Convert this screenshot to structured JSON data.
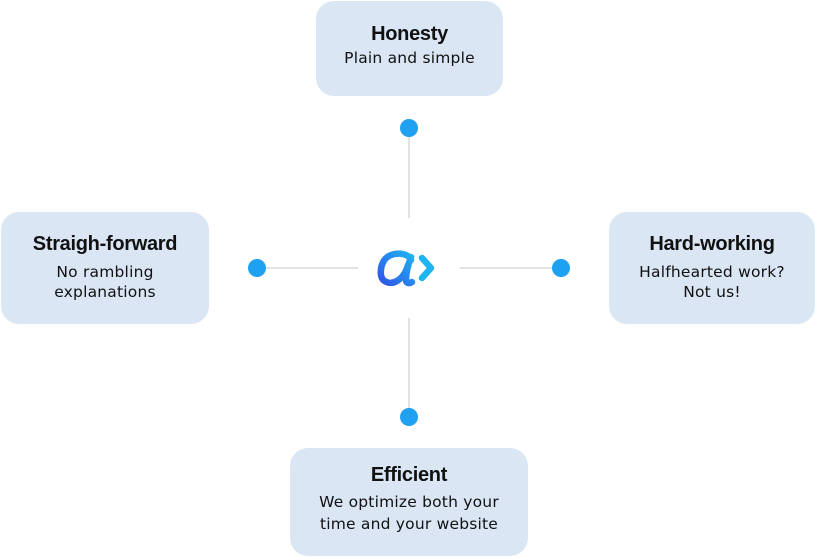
{
  "cards": {
    "top": {
      "title": "Honesty",
      "desc": "Plain and simple"
    },
    "left": {
      "title": "Straigh-forward",
      "desc": "No rambling\nexplanations"
    },
    "right": {
      "title": "Hard-working",
      "desc": "Halfhearted work?\nNot us!"
    },
    "bottom": {
      "title": "Efficient",
      "desc": "We optimize both your\ntime and your website"
    }
  },
  "colors": {
    "card_background": "#dae6f4",
    "connector_line": "#e3e3e3",
    "node_dot": "#1fa0f0",
    "logo_gradient_start": "#2f56e9",
    "logo_gradient_end": "#1fb3f2"
  },
  "logo": {
    "icon": "brand-logo-icon"
  }
}
